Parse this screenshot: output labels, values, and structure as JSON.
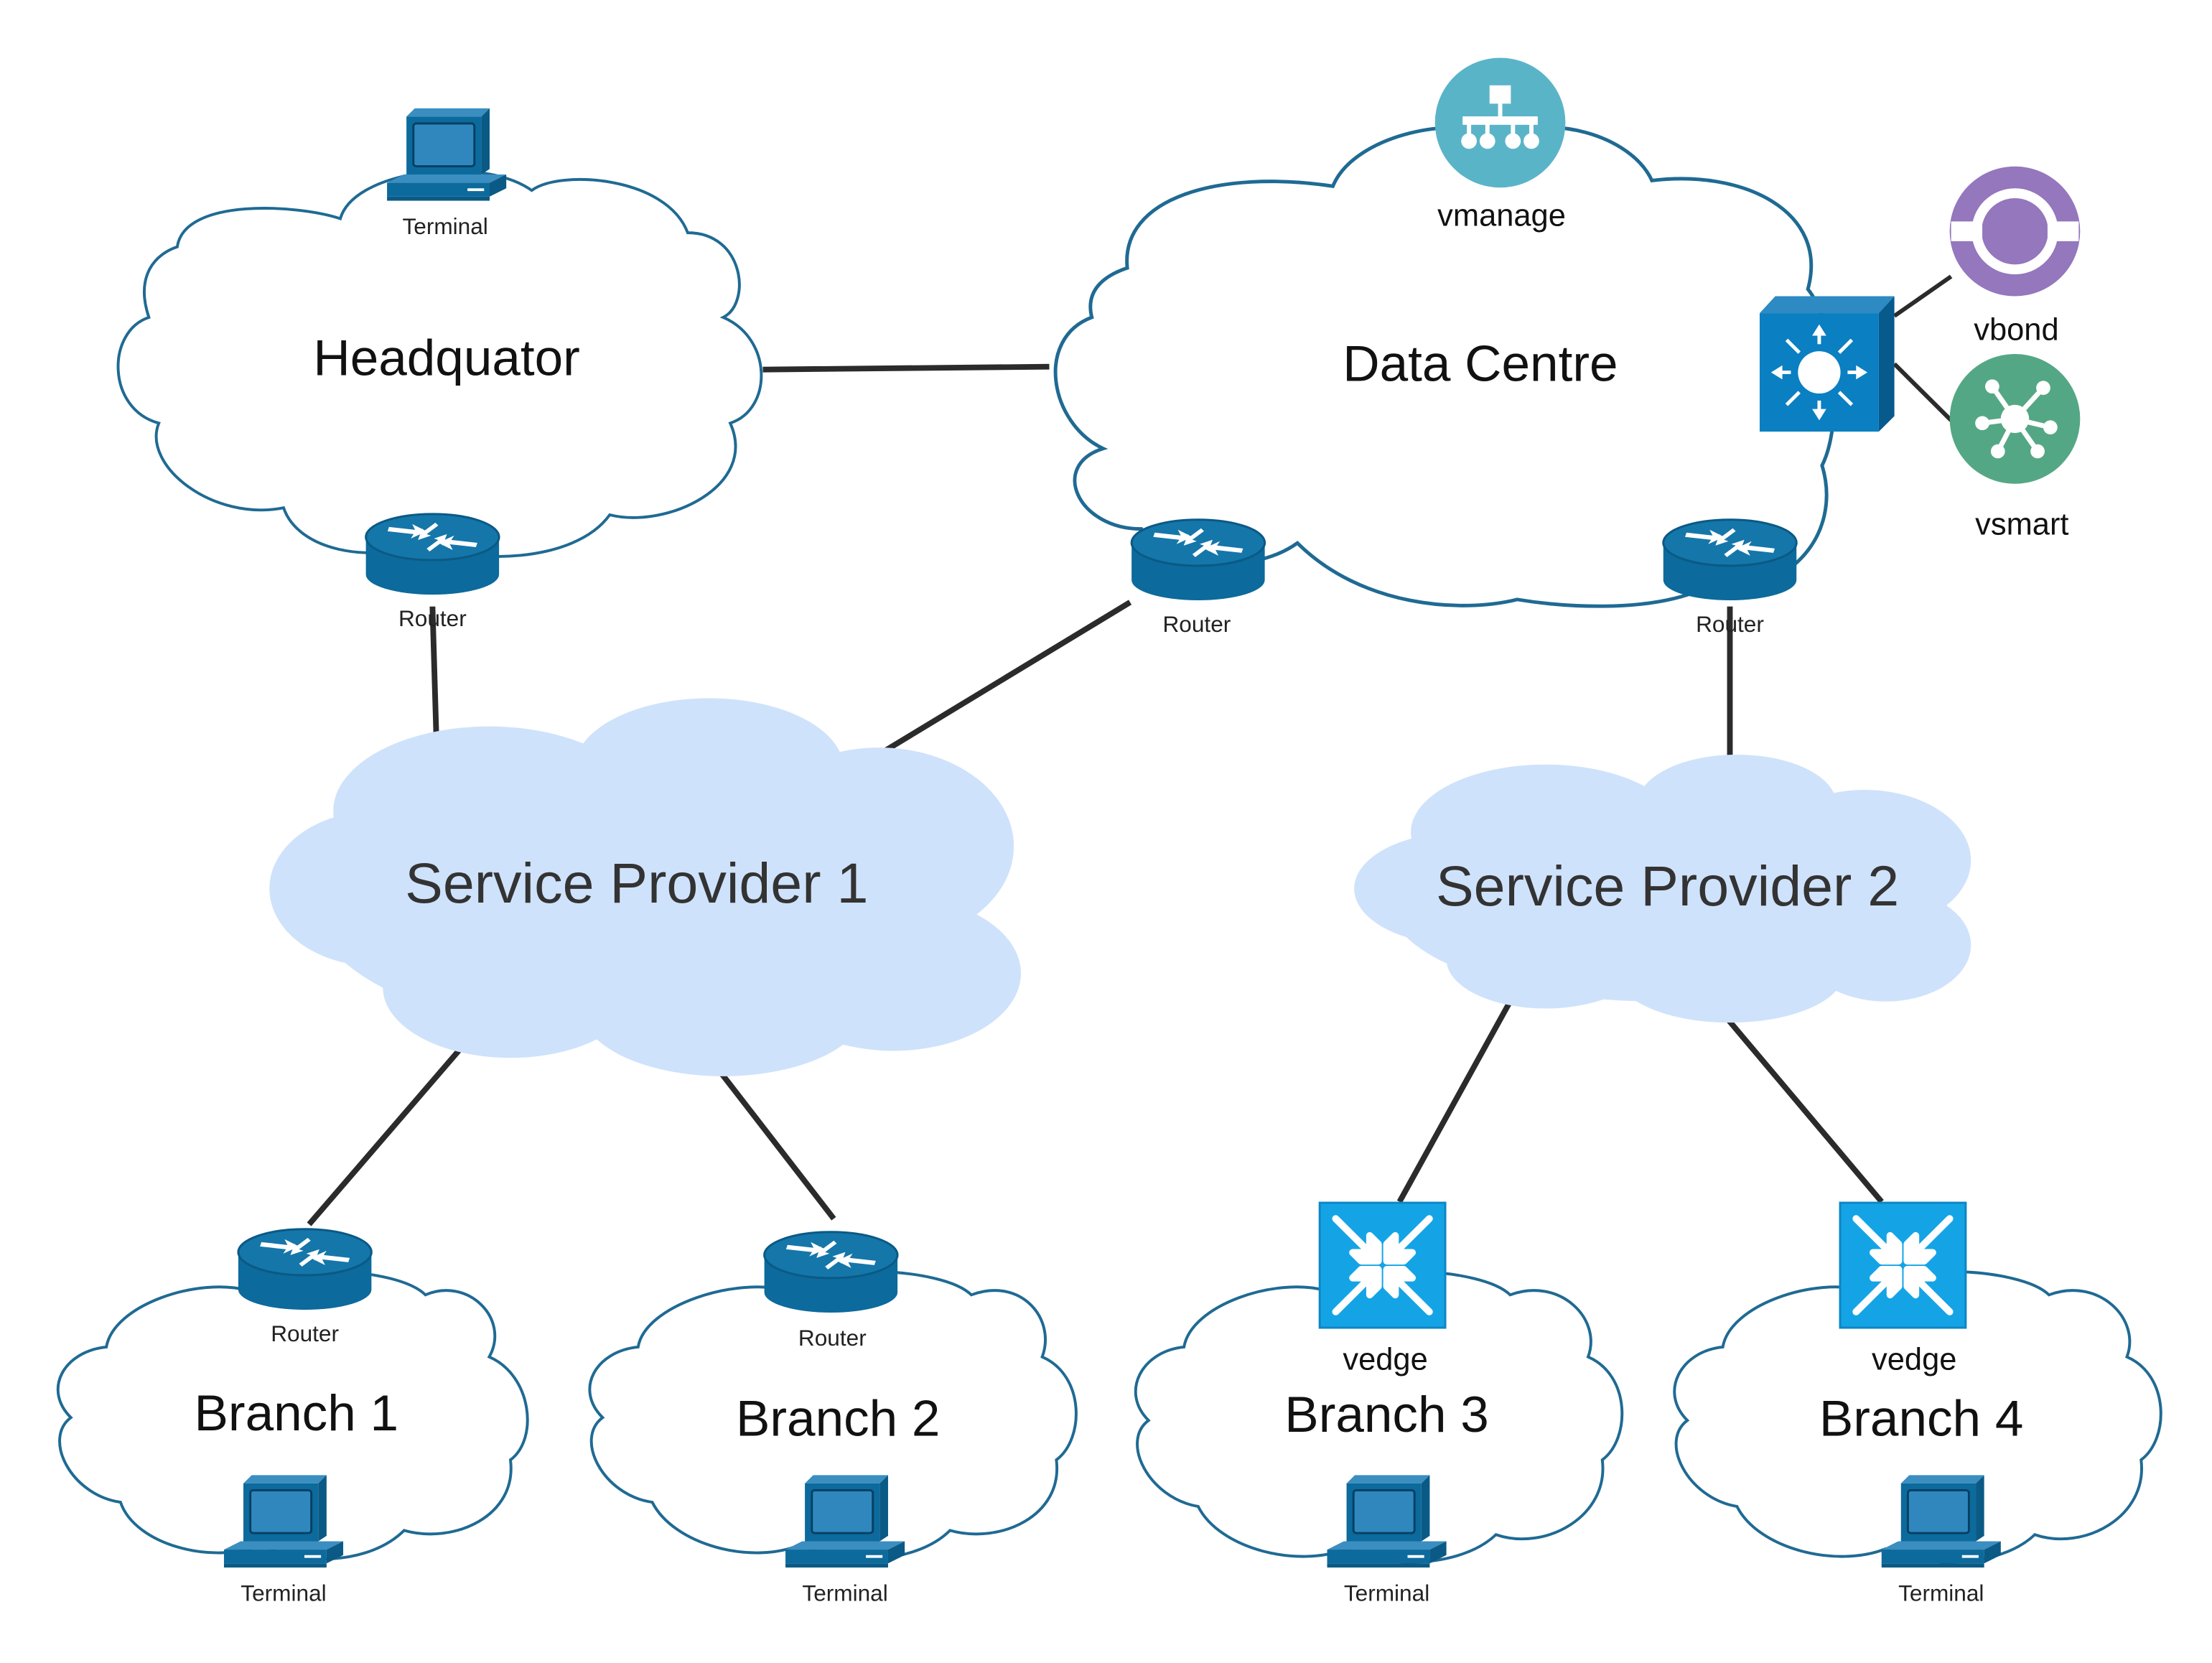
{
  "colors": {
    "link": "#2b2b2b",
    "cloud_outline": "#1f6a93",
    "provider_fill": "#cfe2fb",
    "provider_text": "#333333",
    "device_blue": "#0c6a9c",
    "switch_blue": "#0a7fc2",
    "vedge_blue": "#14a4e6",
    "vmanage": "#5ab4c8",
    "vbond": "#9477bd",
    "vsmart": "#54a785"
  },
  "sites": {
    "headquarter": "Headquator",
    "datacentre": "Data Centre",
    "sp1": "Service Provider 1",
    "sp2": "Service Provider 2",
    "branch1": "Branch 1",
    "branch2": "Branch 2",
    "branch3": "Branch 3",
    "branch4": "Branch 4"
  },
  "labels": {
    "terminal": "Terminal",
    "router": "Router",
    "vedge": "vedge",
    "vmanage": "vmanage",
    "vbond": "vbond",
    "vsmart": "vsmart"
  },
  "icons": {
    "terminal": "computer-terminal-icon",
    "router": "router-icon",
    "switch": "layer3-switch-icon",
    "vedge": "vedge-icon",
    "vmanage": "vmanage-icon",
    "vbond": "vbond-icon",
    "vsmart": "vsmart-icon"
  }
}
